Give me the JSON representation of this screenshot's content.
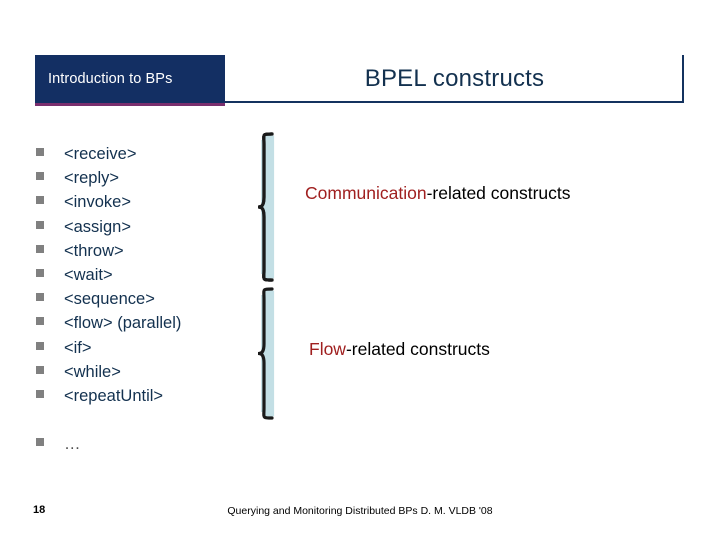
{
  "slide": {
    "page_number": "18",
    "background_color": "#ffffff"
  },
  "header": {
    "section_tab_label": "Introduction to BPs",
    "section_tab_color": "#132f63",
    "section_tab_underline_color": "#7a2f6e",
    "title": "BPEL constructs",
    "title_color": "#13314f",
    "frame_border_color": "#14335f"
  },
  "bullets": [
    {
      "text": "<receive>"
    },
    {
      "text": "<reply>"
    },
    {
      "text": "<invoke>"
    },
    {
      "text": "<assign>"
    },
    {
      "text": "<throw>"
    },
    {
      "text": "<wait>"
    },
    {
      "text": "<sequence>"
    },
    {
      "text": "<flow> (parallel)"
    },
    {
      "text": "<if>"
    },
    {
      "text": "<while>"
    },
    {
      "text": "<repeatUntil>"
    },
    {
      "text": "…"
    }
  ],
  "bullet_marker_color": "#808080",
  "bullet_text_color": "#13314f",
  "groups": [
    {
      "name": "communication-group",
      "accent_text": "Communication",
      "rest_text": "-related constructs",
      "accent_color": "#a02020",
      "rest_color": "#000000",
      "brace_fill": "#c3dfe5",
      "brace_stroke": "#1a1a1a"
    },
    {
      "name": "flow-group",
      "accent_text": "Flow",
      "rest_text": "-related constructs",
      "accent_color": "#a02020",
      "rest_color": "#000000",
      "brace_fill": "#c3dfe5",
      "brace_stroke": "#1a1a1a"
    }
  ],
  "footer": {
    "note": "Querying and Monitoring Distributed BPs D. M. VLDB '08"
  }
}
